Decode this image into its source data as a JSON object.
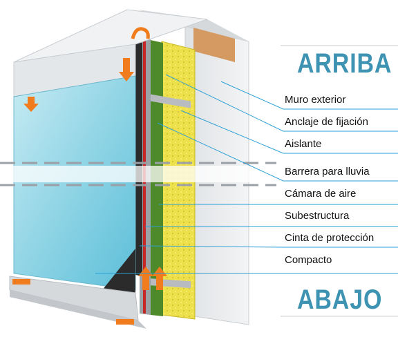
{
  "diagram": {
    "top_heading": "ARRIBA",
    "bottom_heading": "ABAJO",
    "labels": [
      "Muro exterior",
      "Anclaje de fijación",
      "Aislante",
      "Barrera para lluvia",
      "Cámara de aire",
      "Subestructura",
      "Cinta de protección",
      "Compacto"
    ],
    "colors": {
      "heading": "#3e93b3",
      "leader_lines": "#2a9fd6",
      "arrows": "#f07c1d",
      "insulation": "#ede04a",
      "panel": "#8fd4e5",
      "rain_barrier": "#4f8a2a",
      "wall": "#e6e8ea"
    }
  }
}
